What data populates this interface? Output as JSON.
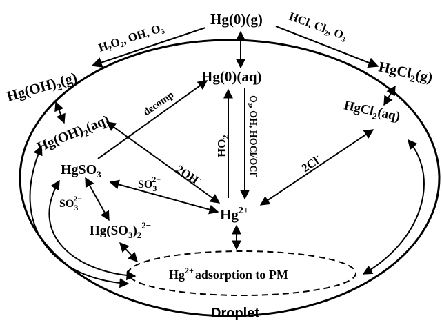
{
  "species": {
    "hg0_g": "Hg(0)(g)",
    "hg0_aq": "Hg(0)(aq)",
    "hgoh2_g": "Hg(OH)",
    "hgoh2_aq": "Hg(OH)",
    "hgcl2_g": "HgCl",
    "hgcl2_aq": "HgCl",
    "hgso3": "HgSO",
    "hgso3_2": "Hg(SO",
    "hg2plus": "Hg",
    "adsorption": "adsorption to PM",
    "droplet": "Droplet"
  },
  "reactions": {
    "gas_ox_left": "H₂O₂, OH, O₃",
    "gas_ox_right": "HCl, Cl₂, O₃",
    "decomp": "decomp",
    "two_oh": "2OH",
    "ho2": "HO",
    "aq_ox": "O₃, OH, HOCl/OCl",
    "two_cl": "2Cl",
    "so3_right": "SO",
    "so3_left": "SO"
  },
  "colors": {
    "ink": "#000000",
    "background": "#ffffff"
  }
}
